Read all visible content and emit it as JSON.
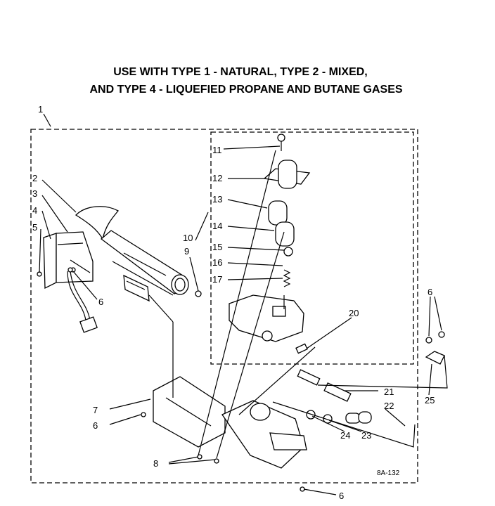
{
  "title": {
    "line1": "USE WITH TYPE 1 - NATURAL, TYPE 2 - MIXED,",
    "line2": "AND TYPE 4 - LIQUEFIED PROPANE AND BUTANE GASES"
  },
  "diagram_code": "8A-132",
  "callouts": {
    "c1": "1",
    "c2": "2",
    "c3": "3",
    "c4": "4",
    "c5": "5",
    "c6a": "6",
    "c6b": "6",
    "c6c": "6",
    "c6d": "6",
    "c7": "7",
    "c8": "8",
    "c9": "9",
    "c10": "10",
    "c11": "11",
    "c12": "12",
    "c13": "13",
    "c14": "14",
    "c15": "15",
    "c16": "16",
    "c17": "17",
    "c20": "20",
    "c21": "21",
    "c22": "22",
    "c23": "23",
    "c24": "24",
    "c25": "25"
  }
}
